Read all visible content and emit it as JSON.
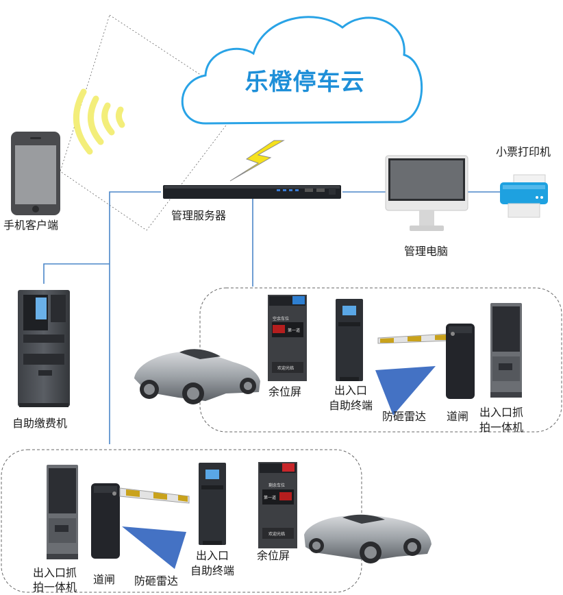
{
  "cloud": {
    "title": "乐橙停车云"
  },
  "devices": {
    "phone": "手机客户端",
    "server": "管理服务器",
    "pc": "管理电脑",
    "printer": "小票打印机",
    "kiosk": "自助缴费机"
  },
  "lane_top": {
    "display": "余位屏",
    "terminal_line1": "出入口",
    "terminal_line2": "自助终端",
    "radar": "防砸雷达",
    "barrier": "道闸",
    "camera_line1": "出入口抓",
    "camera_line2": "拍一体机"
  },
  "lane_bottom": {
    "camera_line1": "出入口抓",
    "camera_line2": "拍一体机",
    "barrier": "道闸",
    "radar": "防砸雷达",
    "terminal_line1": "出入口",
    "terminal_line2": "自助终端",
    "display": "余位屏"
  },
  "screen_text": {
    "display_top_a": "空余车位",
    "display_top_b": "第一道",
    "display_top_c": "欢迎光临",
    "display_bottom_a": "剩余车位",
    "display_bottom_b": "第一道",
    "display_bottom_c": "欢迎光临"
  },
  "colors": {
    "cloud_stroke": "#29a3e6",
    "cloud_text": "#1e8fd8",
    "connector": "#4a86c8",
    "radar_fill": "#4472c4",
    "lightning": "#f5e11c",
    "wifi": "#f3ee7a"
  }
}
